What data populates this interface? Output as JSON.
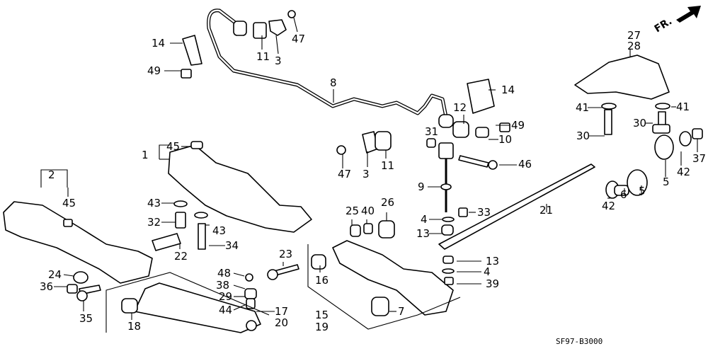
{
  "diagram": {
    "direction_indicator": {
      "label": "FR.",
      "icon": "arrow-up-right-icon"
    },
    "diagram_code": "SF97-B3000",
    "callouts": [
      "14",
      "49",
      "11",
      "3",
      "47",
      "8",
      "14",
      "12",
      "49",
      "10",
      "27",
      "28",
      "41",
      "41",
      "30",
      "30",
      "37",
      "42",
      "5",
      "5",
      "6",
      "42",
      "45",
      "1",
      "2",
      "45",
      "47",
      "3",
      "11",
      "31",
      "46",
      "9",
      "4",
      "33",
      "13",
      "21",
      "25",
      "40",
      "26",
      "43",
      "32",
      "43",
      "34",
      "22",
      "23",
      "13",
      "4",
      "39",
      "48",
      "38",
      "29",
      "44",
      "17",
      "20",
      "16",
      "15",
      "19",
      "7",
      "24",
      "36",
      "35",
      "18"
    ]
  }
}
